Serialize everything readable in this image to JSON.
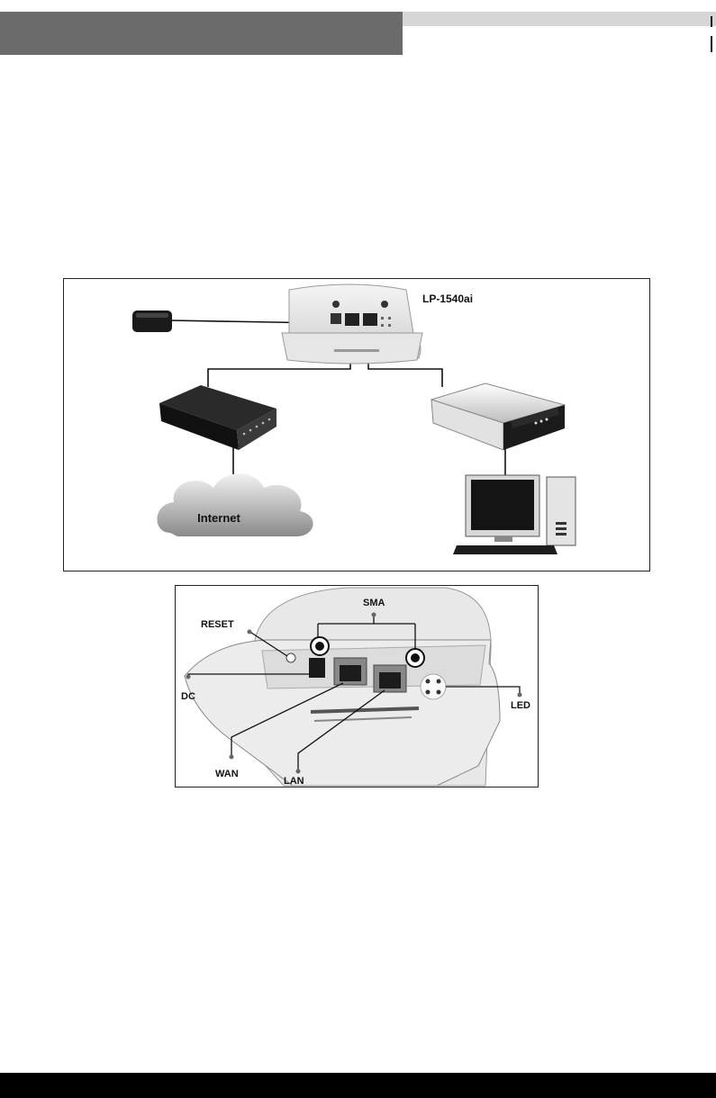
{
  "topology_diagram": {
    "device_label": "LP-1540ai",
    "cloud_label": "Internet"
  },
  "ports_diagram": {
    "labels": {
      "sma": "SMA",
      "reset": "RESET",
      "dc": "DC",
      "led": "LED",
      "wan": "WAN",
      "lan": "LAN"
    }
  }
}
